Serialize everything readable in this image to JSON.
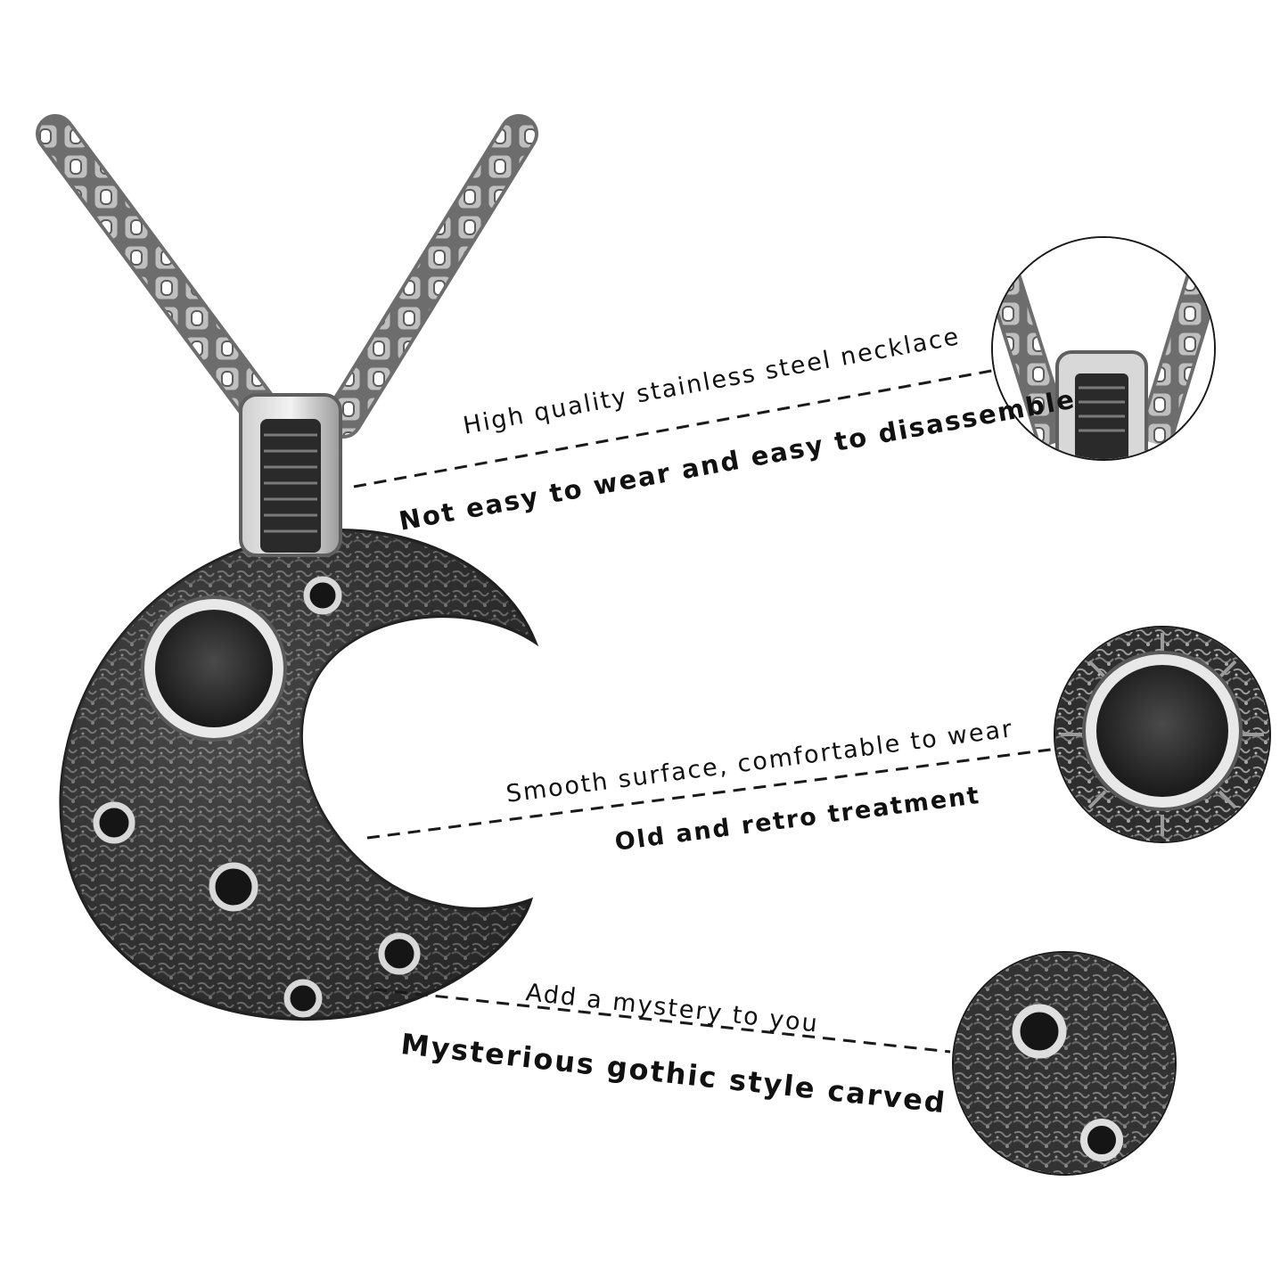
{
  "callouts": {
    "chain_quality": "High quality stainless steel necklace",
    "chain_wear": "Not easy to wear and easy to disassemble",
    "surface_smooth": "Smooth surface, comfortable to wear",
    "surface_retro": "Old and retro treatment",
    "mystery": "Add a mystery to you",
    "gothic": "Mysterious gothic style carved"
  },
  "colors": {
    "background": "#ffffff",
    "text": "#111111",
    "metal_light": "#d9d9d9",
    "metal_mid": "#8a8a8a",
    "metal_dark": "#2b2b2b"
  },
  "icons": {
    "pendant": "crescent-moon-pendant",
    "chain": "box-chain",
    "zoom_bail": "zoom-detail-bail",
    "zoom_crater": "zoom-detail-large-crater",
    "zoom_texture": "zoom-detail-carved-texture"
  }
}
